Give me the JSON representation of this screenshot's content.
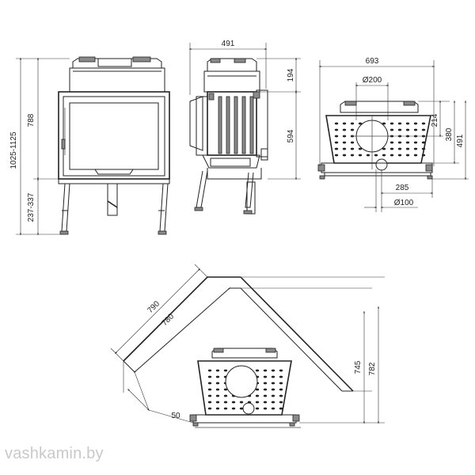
{
  "dimensions": {
    "front": {
      "overall_height": "1025-1125",
      "body_height": "788",
      "leg_height": "237-337"
    },
    "side": {
      "depth": "491",
      "top_height": "194",
      "side_height": "594"
    },
    "top": {
      "width": "693",
      "flue_diameter": "Ø200",
      "air_inlet_diameter": "Ø100",
      "flue_offset": "214",
      "flue_depth": "380",
      "overall_depth": "491",
      "inlet_offset": "285"
    },
    "corner": {
      "outer_side": "790",
      "inner_side": "780",
      "gap": "50",
      "depth_inner": "745",
      "depth_outer": "782"
    }
  },
  "watermark": "vashkamin.by"
}
